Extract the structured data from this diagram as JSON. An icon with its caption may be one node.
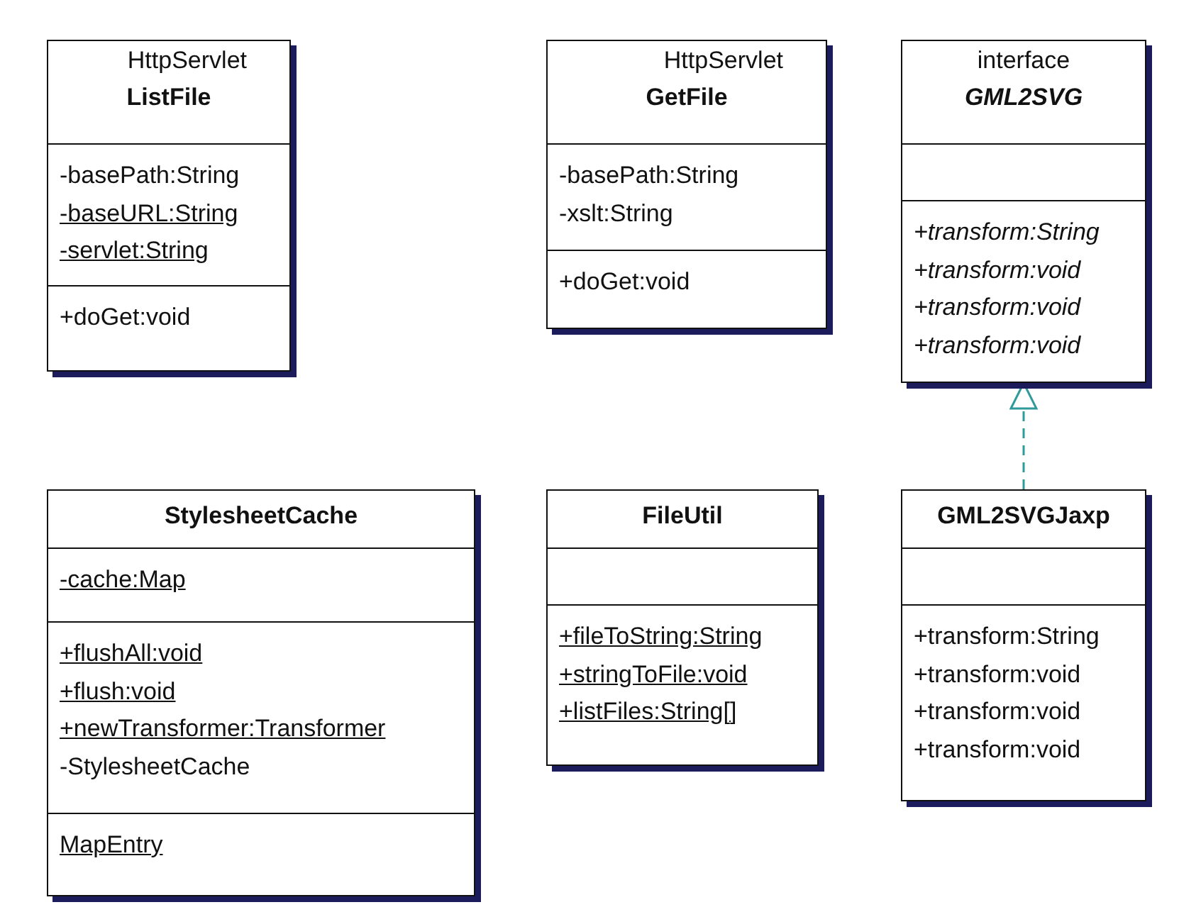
{
  "diagram": {
    "nodes": [
      {
        "text": [
          "HttpServlet",
          "ListFile"
        ]
      },
      {
        "text": [
          "-basePath:String",
          "-baseURL:String",
          "-servlet:String"
        ],
        "in": 0
      },
      {
        "text": [
          "+doGet:void"
        ],
        "in": 0
      },
      {
        "text": [
          "HttpServlet",
          "GetFile"
        ]
      },
      {
        "text": [
          "-basePath:String",
          "-xslt:String"
        ],
        "in": 3
      },
      {
        "text": [
          "+doGet:void"
        ],
        "in": 3
      },
      {
        "text": [
          "interface",
          "GML2SVG"
        ]
      },
      {
        "text": [],
        "shape": "box",
        "in": 6
      },
      {
        "text": [
          "+transform:String",
          "+transform:void",
          "+transform:void",
          "+transform:void"
        ],
        "in": 6
      },
      {
        "text": [
          "StylesheetCache"
        ]
      },
      {
        "text": [
          "-cache:Map"
        ],
        "in": 9
      },
      {
        "text": [
          "+flushAll:void",
          "+flush:void",
          "+newTransformer:Transformer",
          "-StylesheetCache"
        ],
        "in": 9
      },
      {
        "text": [
          "MapEntry"
        ],
        "in": 9
      },
      {
        "text": [
          "FileUtil"
        ]
      },
      {
        "text": [],
        "shape": "box",
        "in": 13
      },
      {
        "text": [
          "+fileToString:String",
          "+stringToFile:void",
          "+listFiles:String[]"
        ],
        "in": 13
      },
      {
        "text": [
          "GML2SVGJaxp"
        ]
      },
      {
        "text": [],
        "shape": "box",
        "in": 16
      },
      {
        "text": [
          "+transform:String",
          "+transform:void",
          "+transform:void",
          "+transform:void"
        ],
        "in": 16
      }
    ],
    "edges": [
      {
        "from": 16,
        "to": 6,
        "arrow": "to",
        "style": "dashed",
        "color": "#2e9a9a"
      }
    ]
  }
}
